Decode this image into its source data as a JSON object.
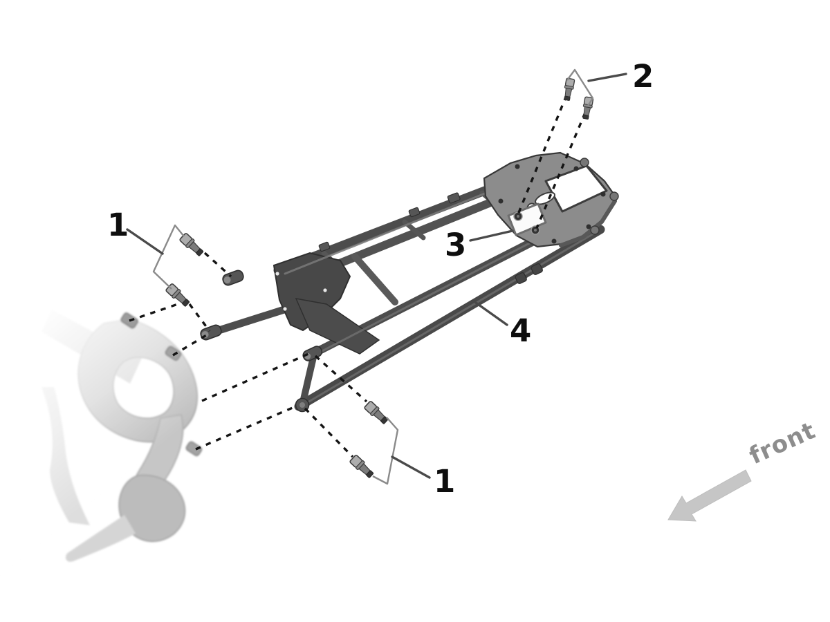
{
  "diagram": {
    "kind": "exploded-parts-diagram",
    "subject": "rear subframe assembly",
    "callouts": [
      {
        "id": "callout-1-upper",
        "label": "1"
      },
      {
        "id": "callout-2",
        "label": "2"
      },
      {
        "id": "callout-3",
        "label": "3"
      },
      {
        "id": "callout-4",
        "label": "4"
      },
      {
        "id": "callout-1-lower",
        "label": "1"
      }
    ],
    "direction_indicator": {
      "label": "front"
    },
    "parts": [
      {
        "callout": "1",
        "name": "front mounting bolts (left pair)"
      },
      {
        "callout": "1",
        "name": "front mounting bolts (right pair)"
      },
      {
        "callout": "2",
        "name": "rear mounting bolts"
      },
      {
        "callout": "3",
        "name": "mounting plate"
      },
      {
        "callout": "4",
        "name": "rear subframe"
      }
    ],
    "colors": {
      "background": "#ffffff",
      "subframe_dark": "#4d4d4d",
      "rear_plate": "#8c8c8c",
      "faded_main_frame": "#c4c4c4",
      "annotation_line": "#141414",
      "bracket_line": "#8a8a8a",
      "label_text": "#0e0e0e",
      "front_arrow": "#c6c6c6",
      "front_text": "#8d8d8d"
    }
  }
}
